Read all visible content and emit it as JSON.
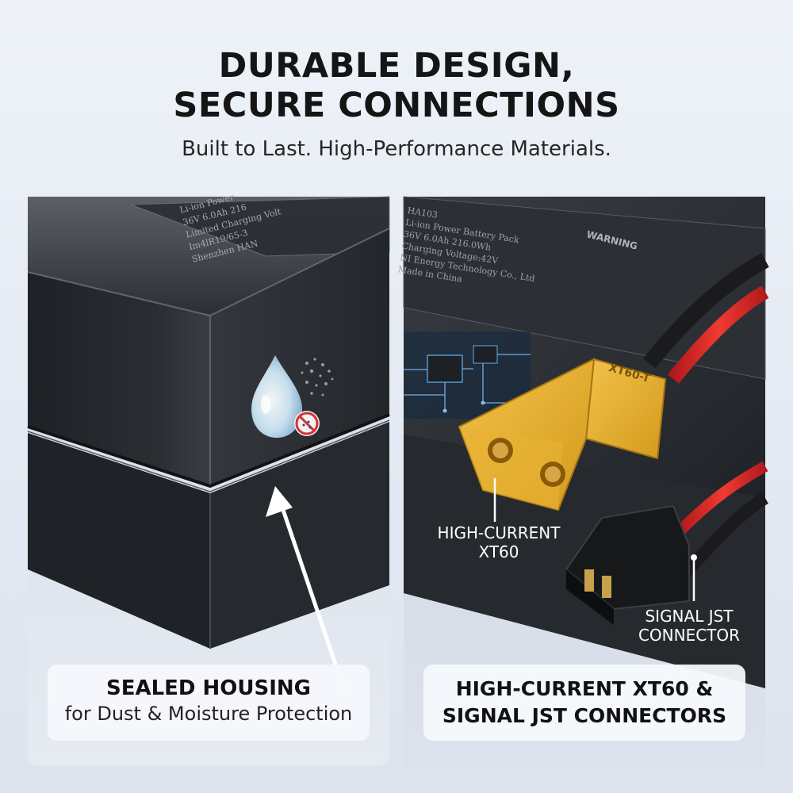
{
  "header": {
    "title_line1": "DURABLE DESIGN,",
    "title_line2": "SECURE CONNECTIONS",
    "subtitle": "Built to Last. High-Performance Materials."
  },
  "left_panel": {
    "label_plate_lines": [
      "Li-ion Power",
      "36V 6.0Ah 216",
      "Limited Charging Volt",
      "Im4lR19/65-3",
      "Shenzhen HAN"
    ],
    "caption_title": "SEALED HOUSING",
    "caption_sub": "for Dust & Moisture Protection",
    "icons": [
      "water-drop-icon",
      "no-dust-icon"
    ]
  },
  "right_panel": {
    "label_plate_lines": [
      "HA103",
      "Li-ion Power Battery Pack",
      "36V 6.0Ah 216.0Wh",
      "Charging Voltage:42V",
      "NI Energy Technology Co., Ltd",
      "Made in China"
    ],
    "warning_text": "WARNING",
    "xt60_marking": "XT60-T",
    "xt60_label_line1": "HIGH-CURRENT",
    "xt60_label_line2": "XT60",
    "jst_label_line1": "SIGNAL JST",
    "jst_label_line2": "CONNECTOR",
    "caption_line1": "HIGH-CURRENT XT60 &",
    "caption_line2": "SIGNAL JST CONNECTORS"
  }
}
